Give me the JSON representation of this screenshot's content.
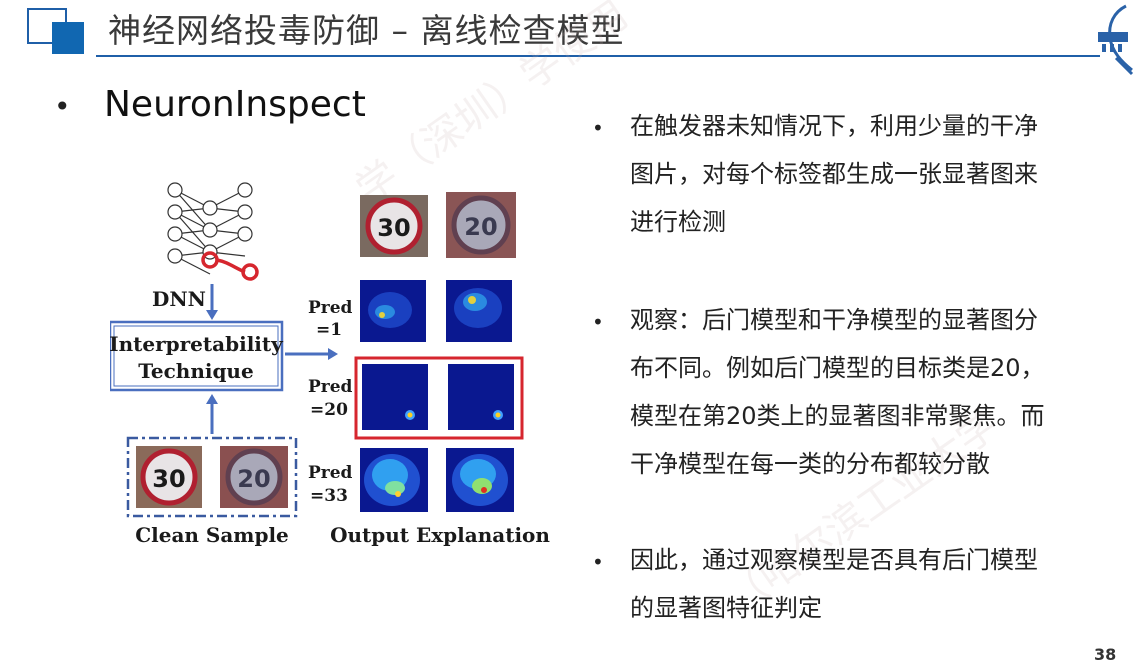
{
  "header": {
    "title": "神经网络投毒防御 – 离线检查模型"
  },
  "left": {
    "bullet": "NeuronInspect"
  },
  "figure": {
    "dnn_label": "DNN",
    "interp_line1": "Interpretability",
    "interp_line2": "Technique",
    "clean_sample_label": "Clean Sample",
    "output_label": "Output Explanation",
    "pred1_a": "Pred",
    "pred1_b": "=1",
    "pred20_a": "Pred",
    "pred20_b": "=20",
    "pred33_a": "Pred",
    "pred33_b": "=33",
    "sign_30": "30",
    "sign_20": "20",
    "colors": {
      "arrow": "#4a6fbf",
      "highlight": "#d6262e",
      "heatmap_bg": "#0a1890"
    }
  },
  "right": {
    "bullets": [
      {
        "lines": [
          "在触发器未知情况下，利用少量的干净",
          "图片，对每个标签都生成一张显著图来",
          "进行检测"
        ]
      },
      {
        "lines": [
          "观察：后门模型和干净模型的显著图分",
          "布不同。例如后门模型的目标类是20，",
          "模型在第20类上的显著图非常聚焦。而",
          "干净模型在每一类的分布都较分散"
        ]
      },
      {
        "lines": [
          "因此，通过观察模型是否具有后门模型",
          "的显著图特征判定"
        ]
      }
    ]
  },
  "page_number": "38"
}
